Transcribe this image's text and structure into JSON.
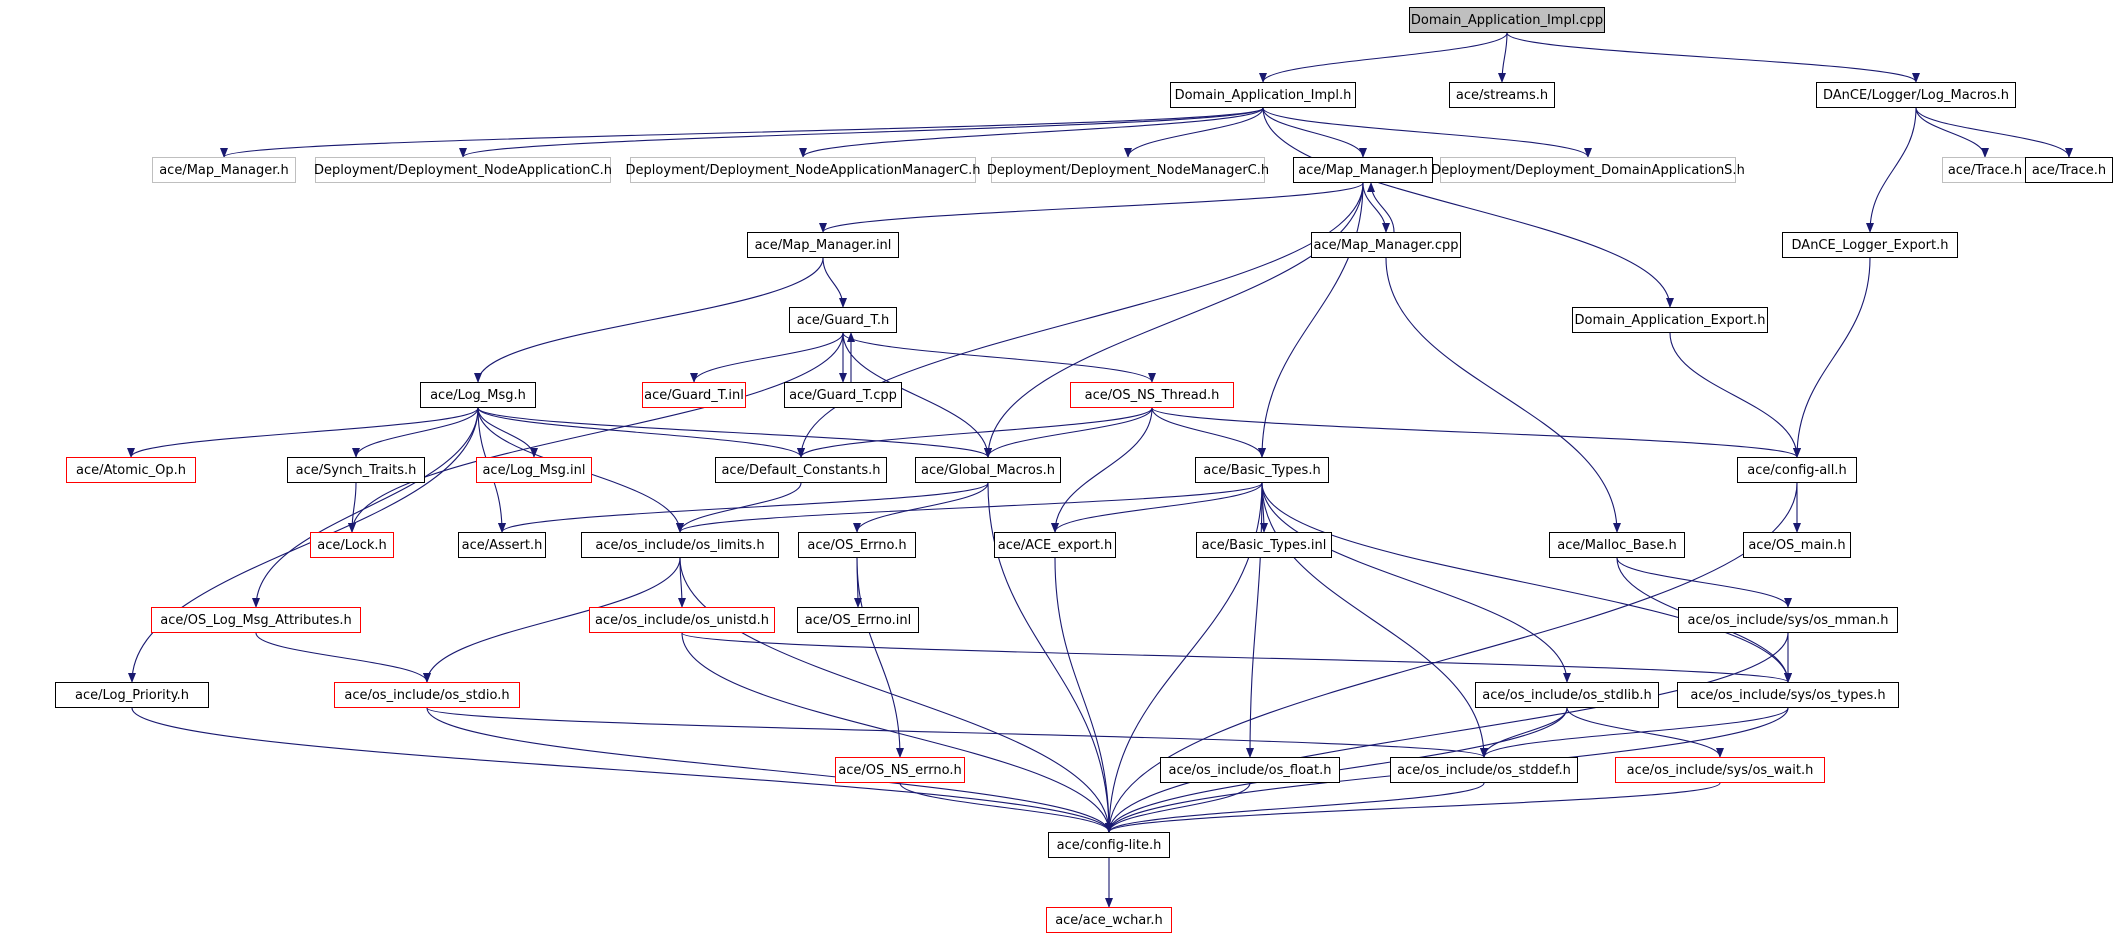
{
  "graph": {
    "nodes": [
      {
        "id": "root",
        "label": "Domain_Application_Impl.cpp",
        "kind": "root"
      },
      {
        "id": "dai_h",
        "label": "Domain_Application_Impl.h",
        "kind": "normal"
      },
      {
        "id": "streams",
        "label": "ace/streams.h",
        "kind": "normal"
      },
      {
        "id": "logmac",
        "label": "DAnCE/Logger/Log_Macros.h",
        "kind": "normal"
      },
      {
        "id": "mm_gray",
        "label": "ace/Map_Manager.h",
        "kind": "gray"
      },
      {
        "id": "dnac",
        "label": "Deployment/Deployment_NodeApplicationC.h",
        "kind": "gray"
      },
      {
        "id": "dnamc",
        "label": "Deployment/Deployment_NodeApplicationManagerC.h",
        "kind": "gray"
      },
      {
        "id": "dnmc",
        "label": "Deployment/Deployment_NodeManagerC.h",
        "kind": "gray"
      },
      {
        "id": "mm_h",
        "label": "ace/Map_Manager.h",
        "kind": "normal"
      },
      {
        "id": "ddas",
        "label": "Deployment/Deployment_DomainApplicationS.h",
        "kind": "gray"
      },
      {
        "id": "trace_g",
        "label": "ace/Trace.h",
        "kind": "gray"
      },
      {
        "id": "trace",
        "label": "ace/Trace.h",
        "kind": "normal"
      },
      {
        "id": "mm_inl",
        "label": "ace/Map_Manager.inl",
        "kind": "normal"
      },
      {
        "id": "mm_cpp",
        "label": "ace/Map_Manager.cpp",
        "kind": "normal"
      },
      {
        "id": "dlexp",
        "label": "DAnCE_Logger_Export.h",
        "kind": "normal"
      },
      {
        "id": "guard_h",
        "label": "ace/Guard_T.h",
        "kind": "normal"
      },
      {
        "id": "daexp",
        "label": "Domain_Application_Export.h",
        "kind": "normal"
      },
      {
        "id": "logmsg",
        "label": "ace/Log_Msg.h",
        "kind": "normal"
      },
      {
        "id": "guard_i",
        "label": "ace/Guard_T.inl",
        "kind": "red"
      },
      {
        "id": "guard_c",
        "label": "ace/Guard_T.cpp",
        "kind": "normal"
      },
      {
        "id": "osth",
        "label": "ace/OS_NS_Thread.h",
        "kind": "red"
      },
      {
        "id": "atomic",
        "label": "ace/Atomic_Op.h",
        "kind": "red"
      },
      {
        "id": "synch",
        "label": "ace/Synch_Traits.h",
        "kind": "normal"
      },
      {
        "id": "lminl",
        "label": "ace/Log_Msg.inl",
        "kind": "red"
      },
      {
        "id": "defc",
        "label": "ace/Default_Constants.h",
        "kind": "normal"
      },
      {
        "id": "glob",
        "label": "ace/Global_Macros.h",
        "kind": "normal"
      },
      {
        "id": "basic",
        "label": "ace/Basic_Types.h",
        "kind": "normal"
      },
      {
        "id": "cfgall",
        "label": "ace/config-all.h",
        "kind": "normal"
      },
      {
        "id": "lock",
        "label": "ace/Lock.h",
        "kind": "red"
      },
      {
        "id": "assert",
        "label": "ace/Assert.h",
        "kind": "normal"
      },
      {
        "id": "oslim",
        "label": "ace/os_include/os_limits.h",
        "kind": "normal"
      },
      {
        "id": "oserr",
        "label": "ace/OS_Errno.h",
        "kind": "normal"
      },
      {
        "id": "aceexp",
        "label": "ace/ACE_export.h",
        "kind": "normal"
      },
      {
        "id": "btinl",
        "label": "ace/Basic_Types.inl",
        "kind": "normal"
      },
      {
        "id": "malloc",
        "label": "ace/Malloc_Base.h",
        "kind": "normal"
      },
      {
        "id": "osmain",
        "label": "ace/OS_main.h",
        "kind": "normal"
      },
      {
        "id": "oslma",
        "label": "ace/OS_Log_Msg_Attributes.h",
        "kind": "red"
      },
      {
        "id": "unistd",
        "label": "ace/os_include/os_unistd.h",
        "kind": "red"
      },
      {
        "id": "errinl",
        "label": "ace/OS_Errno.inl",
        "kind": "normal"
      },
      {
        "id": "mman",
        "label": "ace/os_include/sys/os_mman.h",
        "kind": "normal"
      },
      {
        "id": "logpri",
        "label": "ace/Log_Priority.h",
        "kind": "normal"
      },
      {
        "id": "stdio",
        "label": "ace/os_include/os_stdio.h",
        "kind": "red"
      },
      {
        "id": "stdlib",
        "label": "ace/os_include/os_stdlib.h",
        "kind": "normal"
      },
      {
        "id": "types",
        "label": "ace/os_include/sys/os_types.h",
        "kind": "normal"
      },
      {
        "id": "errno",
        "label": "ace/OS_NS_errno.h",
        "kind": "red"
      },
      {
        "id": "float",
        "label": "ace/os_include/os_float.h",
        "kind": "normal"
      },
      {
        "id": "stddef",
        "label": "ace/os_include/os_stddef.h",
        "kind": "normal"
      },
      {
        "id": "wait",
        "label": "ace/os_include/sys/os_wait.h",
        "kind": "red"
      },
      {
        "id": "lite",
        "label": "ace/config-lite.h",
        "kind": "normal"
      },
      {
        "id": "wchar",
        "label": "ace/ace_wchar.h",
        "kind": "red"
      }
    ],
    "edges": [
      [
        "root",
        "dai_h"
      ],
      [
        "root",
        "streams"
      ],
      [
        "root",
        "logmac"
      ],
      [
        "dai_h",
        "mm_gray"
      ],
      [
        "dai_h",
        "dnac"
      ],
      [
        "dai_h",
        "dnamc"
      ],
      [
        "dai_h",
        "dnmc"
      ],
      [
        "dai_h",
        "mm_h"
      ],
      [
        "dai_h",
        "ddas"
      ],
      [
        "dai_h",
        "daexp"
      ],
      [
        "logmac",
        "trace_g"
      ],
      [
        "logmac",
        "trace"
      ],
      [
        "logmac",
        "dlexp"
      ],
      [
        "mm_h",
        "mm_inl"
      ],
      [
        "mm_h",
        "mm_cpp"
      ],
      [
        "mm_cpp",
        "mm_h"
      ],
      [
        "mm_h",
        "defc"
      ],
      [
        "mm_h",
        "glob"
      ],
      [
        "mm_h",
        "basic"
      ],
      [
        "mm_inl",
        "guard_h"
      ],
      [
        "mm_inl",
        "logmsg"
      ],
      [
        "mm_cpp",
        "malloc"
      ],
      [
        "dlexp",
        "cfgall"
      ],
      [
        "daexp",
        "cfgall"
      ],
      [
        "guard_h",
        "guard_i"
      ],
      [
        "guard_h",
        "guard_c"
      ],
      [
        "guard_c",
        "guard_h"
      ],
      [
        "guard_h",
        "osth"
      ],
      [
        "guard_h",
        "glob"
      ],
      [
        "guard_h",
        "lock"
      ],
      [
        "logmsg",
        "atomic"
      ],
      [
        "logmsg",
        "synch"
      ],
      [
        "logmsg",
        "lminl"
      ],
      [
        "logmsg",
        "defc"
      ],
      [
        "logmsg",
        "glob"
      ],
      [
        "logmsg",
        "assert"
      ],
      [
        "logmsg",
        "oslim"
      ],
      [
        "logmsg",
        "oslma"
      ],
      [
        "logmsg",
        "logpri"
      ],
      [
        "osth",
        "defc"
      ],
      [
        "osth",
        "glob"
      ],
      [
        "osth",
        "basic"
      ],
      [
        "osth",
        "aceexp"
      ],
      [
        "osth",
        "cfgall"
      ],
      [
        "synch",
        "lock"
      ],
      [
        "defc",
        "oslim"
      ],
      [
        "glob",
        "assert"
      ],
      [
        "glob",
        "oserr"
      ],
      [
        "glob",
        "lite"
      ],
      [
        "basic",
        "oslim"
      ],
      [
        "basic",
        "aceexp"
      ],
      [
        "basic",
        "btinl"
      ],
      [
        "basic",
        "lite"
      ],
      [
        "basic",
        "float"
      ],
      [
        "basic",
        "stddef"
      ],
      [
        "basic",
        "stdlib"
      ],
      [
        "basic",
        "types"
      ],
      [
        "cfgall",
        "osmain"
      ],
      [
        "cfgall",
        "lite"
      ],
      [
        "oslim",
        "unistd"
      ],
      [
        "oslim",
        "stdio"
      ],
      [
        "oslim",
        "lite"
      ],
      [
        "oserr",
        "errinl"
      ],
      [
        "oserr",
        "errno"
      ],
      [
        "aceexp",
        "lite"
      ],
      [
        "malloc",
        "mman"
      ],
      [
        "malloc",
        "types"
      ],
      [
        "oslma",
        "stdio"
      ],
      [
        "unistd",
        "types"
      ],
      [
        "unistd",
        "lite"
      ],
      [
        "mman",
        "types"
      ],
      [
        "mman",
        "lite"
      ],
      [
        "logpri",
        "lite"
      ],
      [
        "stdio",
        "stddef"
      ],
      [
        "stdio",
        "lite"
      ],
      [
        "stdlib",
        "stddef"
      ],
      [
        "stdlib",
        "wait"
      ],
      [
        "stdlib",
        "lite"
      ],
      [
        "types",
        "stddef"
      ],
      [
        "types",
        "lite"
      ],
      [
        "errno",
        "lite"
      ],
      [
        "float",
        "lite"
      ],
      [
        "stddef",
        "lite"
      ],
      [
        "wait",
        "lite"
      ],
      [
        "lite",
        "wchar"
      ]
    ]
  }
}
